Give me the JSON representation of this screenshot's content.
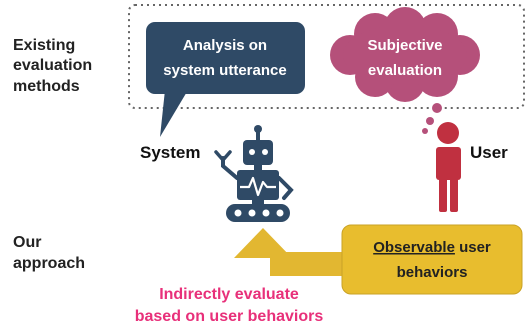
{
  "labels": {
    "existing": [
      "Existing",
      "evaluation",
      "methods"
    ],
    "approach": [
      "Our",
      "approach"
    ],
    "system": "System",
    "user": "User",
    "analysis_bubble": [
      "Analysis on",
      "system utterance"
    ],
    "subjective_bubble": [
      "Subjective",
      "evaluation"
    ],
    "observable_underlined": "Observable",
    "observable_rest": " user",
    "behaviors": "behaviors",
    "indirect": [
      "Indirectly evaluate",
      "based on user behaviors"
    ]
  },
  "colors": {
    "robot": "#2f4a66",
    "analysis_bubble": "#2f4a66",
    "subjective_bubble": "#b5507a",
    "user_figure": "#c03040",
    "arrow": "#e2b731",
    "observable_box": "#e8bd2e",
    "highlight_text": "#e8307a",
    "dotted_border": "#666666",
    "text": "#222222"
  },
  "icons": {
    "robot": "robot-icon",
    "user": "person-icon",
    "arrow": "arrow-up-icon"
  }
}
